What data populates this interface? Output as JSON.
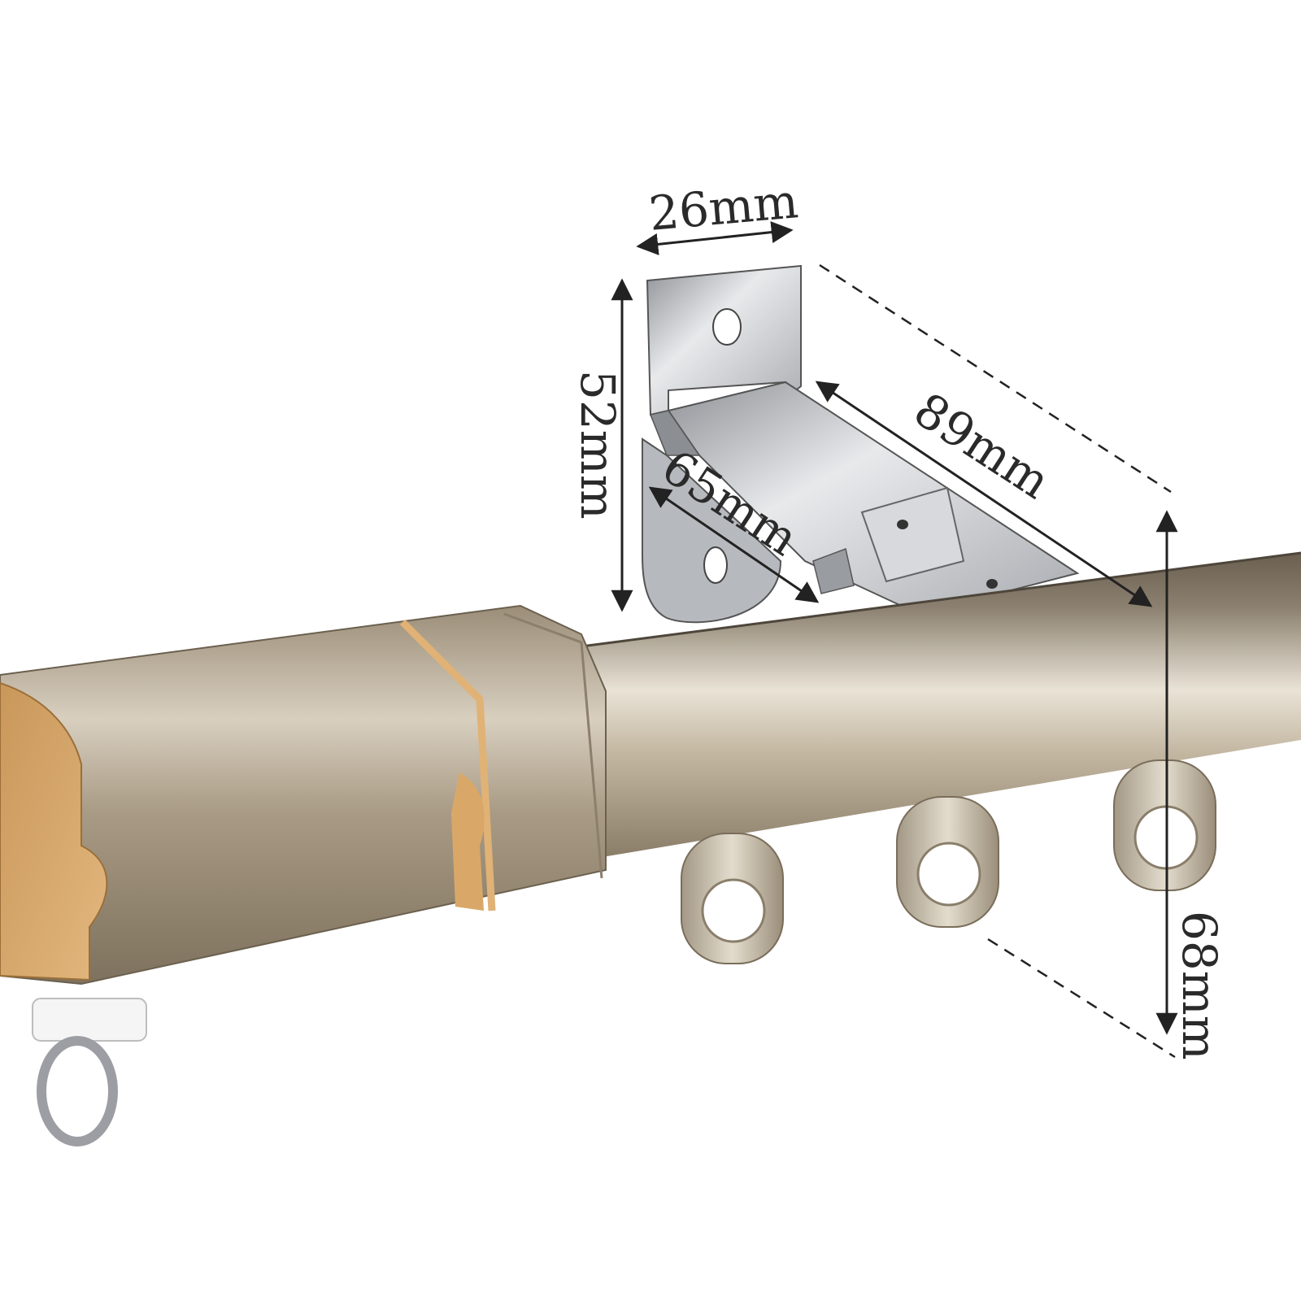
{
  "dimensions": {
    "bracket_width": "26mm",
    "bracket_height": "52mm",
    "bracket_arm_length": "65mm",
    "bracket_depth": "89mm",
    "track_height": "68mm"
  },
  "colors": {
    "background": "#ffffff",
    "rail_body": "#b9ad98",
    "rail_shadow": "#6f6455",
    "rail_highlight": "#ece6d9",
    "end_cap": "#a39580",
    "gold_trim": "#d9a868",
    "bracket_steel": "#c7c9cc",
    "bracket_shadow": "#8b8e93",
    "dimension_line": "#222222"
  },
  "icons": {
    "end_cap": "end-cap-icon",
    "glider_hook": "glider-ring-icon",
    "rail_hooks": "rail-hook-icon",
    "mounting_bracket": "bracket-icon"
  }
}
